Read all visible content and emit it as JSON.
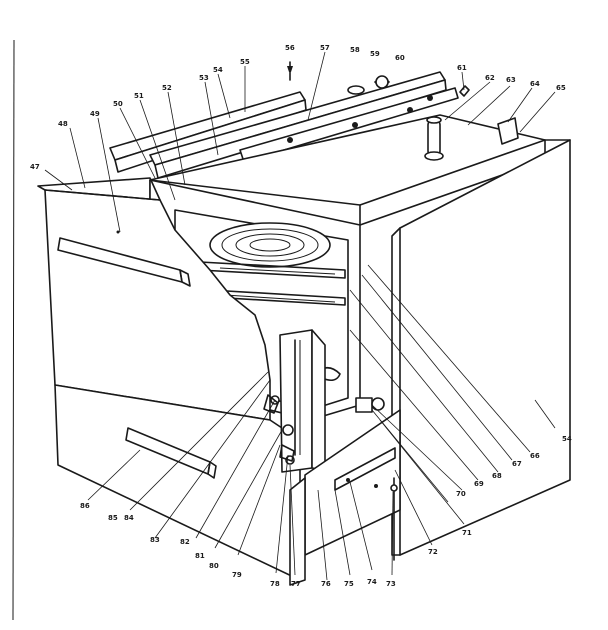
{
  "diagram": {
    "callouts": [
      {
        "id": "c47",
        "text": "47"
      },
      {
        "id": "c48",
        "text": "48"
      },
      {
        "id": "c49",
        "text": "49"
      },
      {
        "id": "c50",
        "text": "50"
      },
      {
        "id": "c51",
        "text": "51"
      },
      {
        "id": "c52",
        "text": "52"
      },
      {
        "id": "c53",
        "text": "53"
      },
      {
        "id": "c54a",
        "text": "54"
      },
      {
        "id": "c55",
        "text": "55"
      },
      {
        "id": "c56",
        "text": "56"
      },
      {
        "id": "c57",
        "text": "57"
      },
      {
        "id": "c58",
        "text": "58"
      },
      {
        "id": "c59",
        "text": "59"
      },
      {
        "id": "c60",
        "text": "60"
      },
      {
        "id": "c61",
        "text": "61"
      },
      {
        "id": "c62",
        "text": "62"
      },
      {
        "id": "c63",
        "text": "63"
      },
      {
        "id": "c64",
        "text": "64"
      },
      {
        "id": "c65",
        "text": "65"
      },
      {
        "id": "c54b",
        "text": "54"
      },
      {
        "id": "c66r",
        "text": "66"
      },
      {
        "id": "c67",
        "text": "67"
      },
      {
        "id": "c68",
        "text": "68"
      },
      {
        "id": "c69",
        "text": "69"
      },
      {
        "id": "c70",
        "text": "70"
      },
      {
        "id": "c71",
        "text": "71"
      },
      {
        "id": "c72",
        "text": "72"
      },
      {
        "id": "c73",
        "text": "73"
      },
      {
        "id": "c74",
        "text": "74"
      },
      {
        "id": "c75",
        "text": "75"
      },
      {
        "id": "c76",
        "text": "76"
      },
      {
        "id": "c77",
        "text": "77"
      },
      {
        "id": "c78",
        "text": "78"
      },
      {
        "id": "c79",
        "text": "79"
      },
      {
        "id": "c80",
        "text": "80"
      },
      {
        "id": "c81",
        "text": "81"
      },
      {
        "id": "c82",
        "text": "82"
      },
      {
        "id": "c83",
        "text": "83"
      },
      {
        "id": "c84",
        "text": "84"
      },
      {
        "id": "c85",
        "text": "85"
      },
      {
        "id": "c86",
        "text": "86"
      }
    ]
  }
}
